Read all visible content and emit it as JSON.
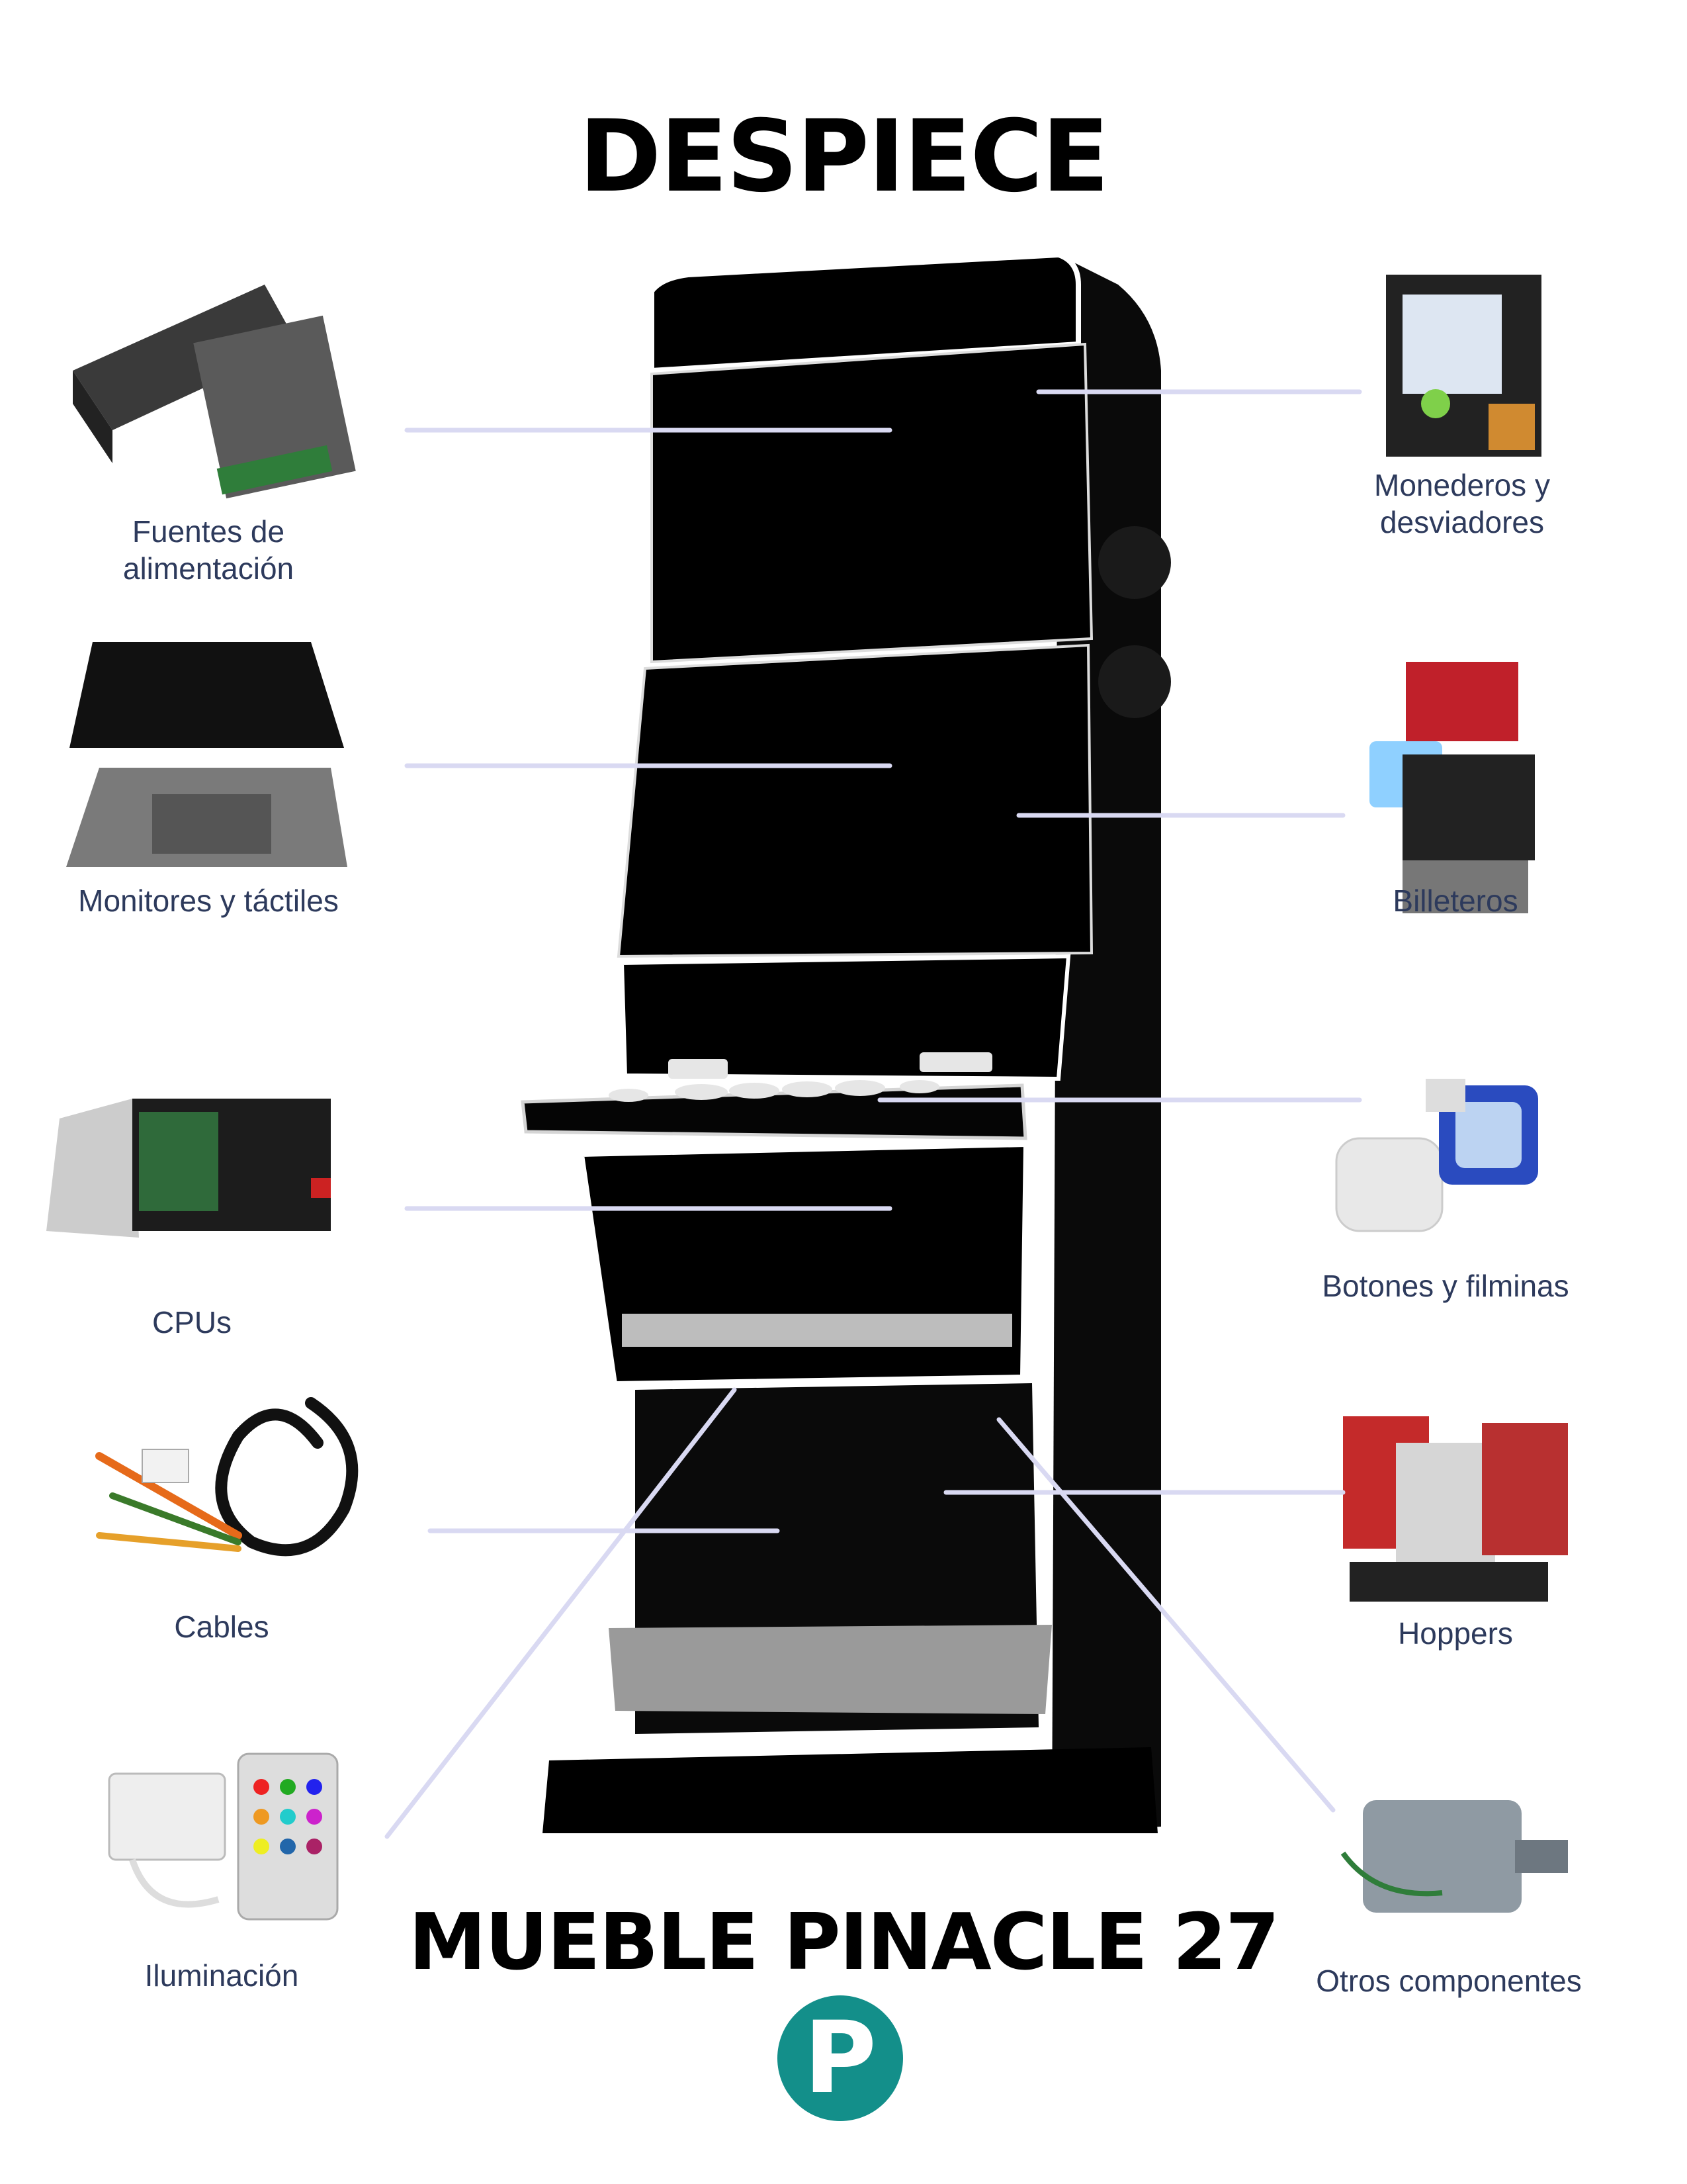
{
  "header": {
    "title": "DESPIECE"
  },
  "footer": {
    "title": "MUEBLE PINACLE 27",
    "logo_letter": "P"
  },
  "colors": {
    "connector": "#d9d9f2",
    "cabinet": "#000000",
    "label": "#2d3a5c",
    "brand": "#138f8a"
  },
  "components": {
    "fuentes": "Fuentes de\nalimentación",
    "monitores": "Monitores y táctiles",
    "cpus": "CPUs",
    "cables": "Cables",
    "iluminacion": "Iluminación",
    "monederos": "Monederos y\ndesviadores",
    "billeteros": "Billeteros",
    "botones": "Botones y filminas",
    "hoppers": "Hoppers",
    "otros": "Otros componentes"
  }
}
